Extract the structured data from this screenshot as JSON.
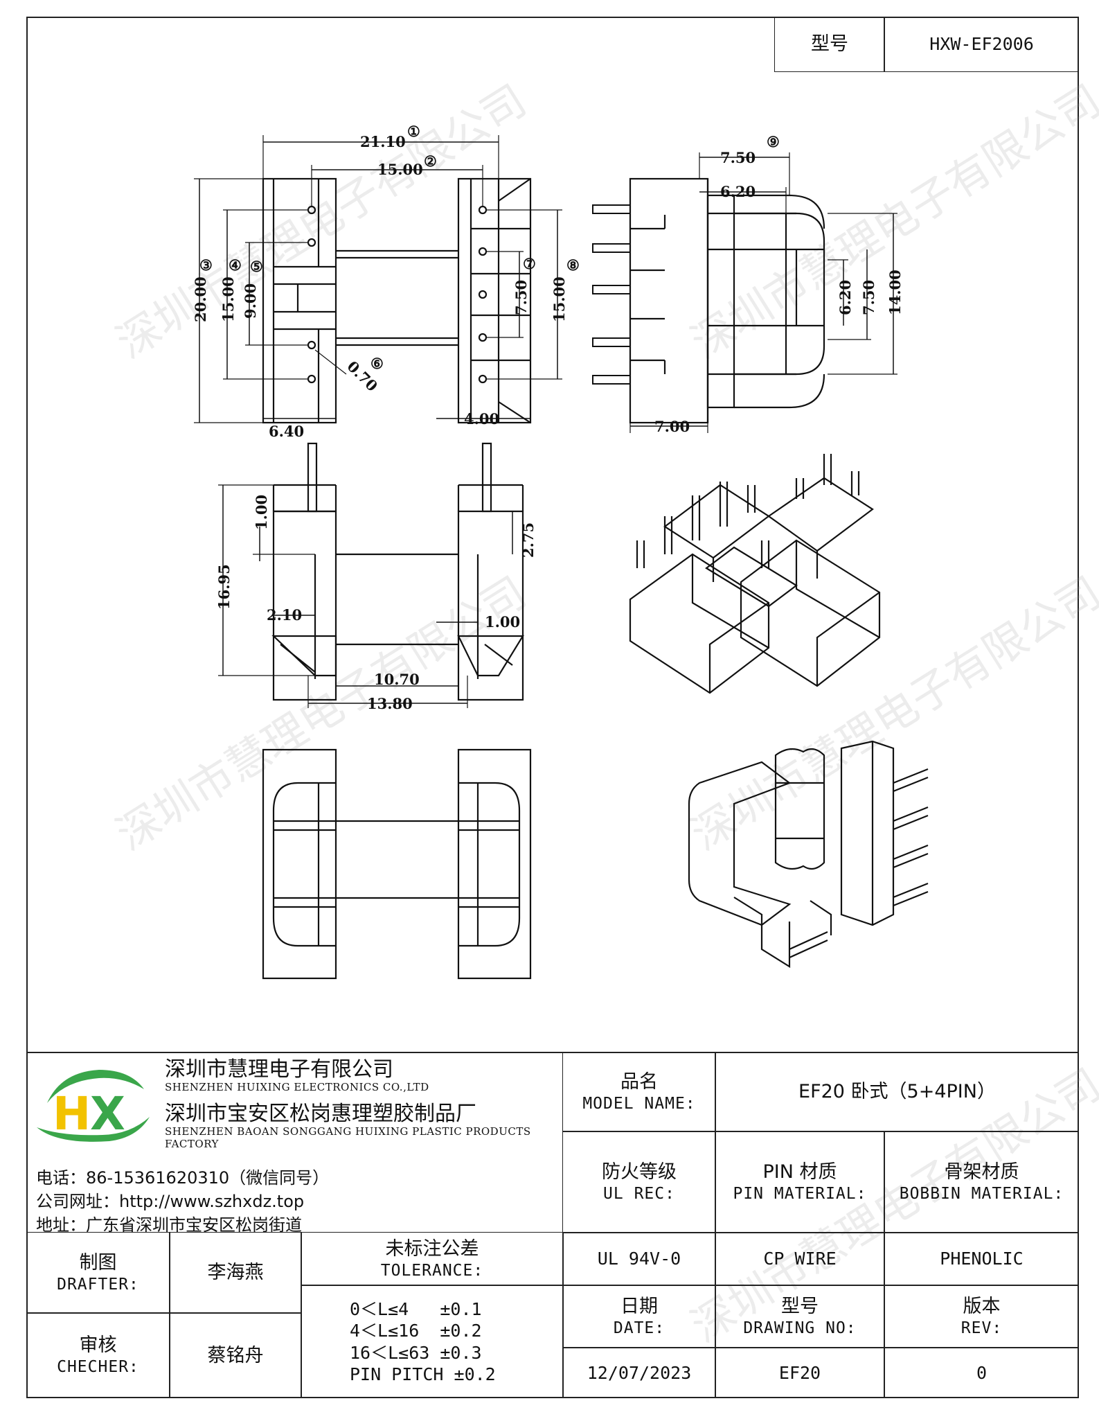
{
  "header": {
    "model_label": "型号",
    "model_value": "HXW-EF2006"
  },
  "dimensions": {
    "top_width": "21.10",
    "inner_width": "15.00",
    "height_total": "20.00",
    "height_15": "15.00",
    "height_9": "9.00",
    "pin_dia": "0.70",
    "left_depth": "6.40",
    "right_depth": "4.00",
    "right_pitch": "7.50",
    "right_height": "15.00",
    "side_w1": "7.50",
    "side_w2": "6.20",
    "side_h1": "6.20",
    "side_h2": "7.50",
    "side_h3": "14.00",
    "side_base": "7.00",
    "front_h": "16.95",
    "front_step": "1.00",
    "front_top": "2.75",
    "front_flange": "2.10",
    "front_gap": "1.00",
    "front_inner": "10.70",
    "front_outer": "13.80",
    "marks": [
      "①",
      "②",
      "③",
      "④",
      "⑤",
      "⑥",
      "⑦",
      "⑧",
      "⑨"
    ]
  },
  "company": {
    "name1": "深圳市慧理电子有限公司",
    "name1_en": "SHENZHEN HUIXING ELECTRONICS CO.,LTD",
    "name2": "深圳市宝安区松岗惠理塑胶制品厂",
    "name2_en": "SHENZHEN BAOAN SONGGANG HUIXING PLASTIC PRODUCTS FACTORY",
    "phone": "电话：86-15361620310（微信同号）",
    "website": "公司网址：http://www.szhxdz.top",
    "address": "地址：广东省深圳市宝安区松岗街道",
    "logo_text": "HX",
    "logo_colors": {
      "green": "#3aa64a",
      "yellow": "#f2c200"
    }
  },
  "title_block": {
    "model_name_cn": "品名",
    "model_name_en": "MODEL NAME:",
    "model_name_value": "EF20 卧式（5+4PIN）",
    "ul_cn": "防火等级",
    "ul_en": "UL REC:",
    "ul_value": "UL 94V-0",
    "pin_cn": "PIN 材质",
    "pin_en": "PIN MATERIAL:",
    "pin_value": "CP WIRE",
    "bobbin_cn": "骨架材质",
    "bobbin_en": "BOBBIN MATERIAL:",
    "bobbin_value": "PHENOLIC",
    "drafter_cn": "制图",
    "drafter_en": "DRAFTER:",
    "drafter_value": "李海燕",
    "checker_cn": "审核",
    "checker_en": "CHECHER:",
    "checker_value": "蔡铭舟",
    "tol_cn": "未标注公差",
    "tol_en": "TOLERANCE:",
    "tol_lines": [
      "0＜L≤4   ±0.1",
      "4＜L≤16  ±0.2",
      "16＜L≤63 ±0.3",
      "PIN PITCH ±0.2"
    ],
    "date_cn": "日期",
    "date_en": "DATE:",
    "date_value": "12/07/2023",
    "drawing_cn": "型号",
    "drawing_en": "DRAWING NO:",
    "drawing_value": "EF20",
    "rev_cn": "版本",
    "rev_en": "REV:",
    "rev_value": "0"
  },
  "watermark": "深圳市慧理电子有限公司"
}
